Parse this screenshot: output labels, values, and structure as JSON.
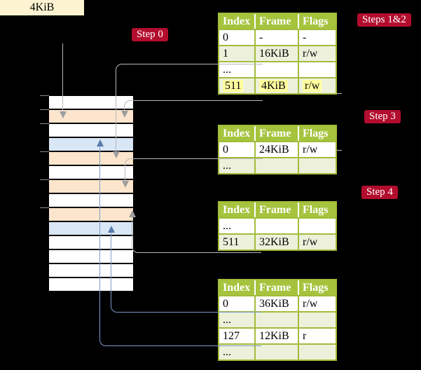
{
  "root_pointer": {
    "label": "4KiB"
  },
  "badges": {
    "step0": {
      "label": "Step 0"
    },
    "steps12": {
      "label": "Steps 1&2"
    },
    "step3": {
      "label": "Step 3"
    },
    "step4": {
      "label": "Step 4"
    }
  },
  "memory": {
    "rows": [
      {
        "type": "empty"
      },
      {
        "type": "page-table"
      },
      {
        "type": "empty"
      },
      {
        "type": "data-page"
      },
      {
        "type": "page-table"
      },
      {
        "type": "empty"
      },
      {
        "type": "page-table"
      },
      {
        "type": "empty"
      },
      {
        "type": "page-table"
      },
      {
        "type": "data-page"
      },
      {
        "type": "empty"
      },
      {
        "type": "empty"
      },
      {
        "type": "empty"
      },
      {
        "type": "empty"
      }
    ]
  },
  "tables": [
    {
      "id": "page-table-level-0",
      "columns": [
        "Index",
        "Frame",
        "Flags"
      ],
      "rows": [
        {
          "cells": [
            "0",
            "-",
            "-"
          ]
        },
        {
          "cells": [
            "1",
            "16KiB",
            "r/w"
          ]
        },
        {
          "cells": [
            "...",
            "",
            ""
          ]
        },
        {
          "cells": [
            "511",
            "4KiB",
            "r/w"
          ],
          "highlight": true
        }
      ]
    },
    {
      "id": "page-table-level-1",
      "columns": [
        "Index",
        "Frame",
        "Flags"
      ],
      "rows": [
        {
          "cells": [
            "0",
            "24KiB",
            "r/w"
          ]
        },
        {
          "cells": [
            "...",
            "",
            ""
          ]
        }
      ]
    },
    {
      "id": "page-table-level-2",
      "columns": [
        "Index",
        "Frame",
        "Flags"
      ],
      "rows": [
        {
          "cells": [
            "...",
            "",
            ""
          ]
        },
        {
          "cells": [
            "511",
            "32KiB",
            "r/w"
          ]
        }
      ]
    },
    {
      "id": "page-table-level-3",
      "columns": [
        "Index",
        "Frame",
        "Flags"
      ],
      "rows": [
        {
          "cells": [
            "0",
            "36KiB",
            "r/w"
          ]
        },
        {
          "cells": [
            "...",
            "",
            ""
          ]
        },
        {
          "cells": [
            "127",
            "12KiB",
            "r"
          ]
        },
        {
          "cells": [
            "...",
            "",
            ""
          ]
        }
      ]
    }
  ],
  "connections": [
    {
      "id": "root-to-4kib",
      "from": "root-pointer",
      "to": "frame-4kib",
      "style": "gray"
    },
    {
      "id": "l0e1-to-16kib",
      "from": "level0-entry-1",
      "to": "frame-16kib",
      "style": "gray"
    },
    {
      "id": "l0e511-to-4kib",
      "from": "level0-entry-511",
      "to": "frame-4kib",
      "style": "gray"
    },
    {
      "id": "l1e0-to-24kib",
      "from": "level1-entry-0",
      "to": "frame-24kib",
      "style": "gray"
    },
    {
      "id": "l2e511-to-32kib",
      "from": "level2-entry-511",
      "to": "frame-32kib",
      "style": "gray"
    },
    {
      "id": "l3e0-to-36kib",
      "from": "level3-entry-0",
      "to": "frame-36kib",
      "style": "blue"
    },
    {
      "id": "l3e127-to-12kib",
      "from": "level3-entry-127",
      "to": "frame-12kib",
      "style": "blue"
    }
  ],
  "colors": {
    "background": "#000000",
    "badge": "#b30d2e",
    "table_border": "#a2bc3a",
    "table_header_bg": "#a6c33e",
    "row_alt_bg": "#edf1dc",
    "frame_page_table": "#fce5cc",
    "frame_data_page": "#d9e6f5",
    "frame_empty": "#ffffff",
    "root_box_bg": "#fdf3d1",
    "highlight": "#ffffa0",
    "line_gray": "#b8b8b8",
    "arrow_gray": "#9e9e9e",
    "line_blue": "#7d9bc9",
    "arrow_blue": "#5a7aab"
  }
}
